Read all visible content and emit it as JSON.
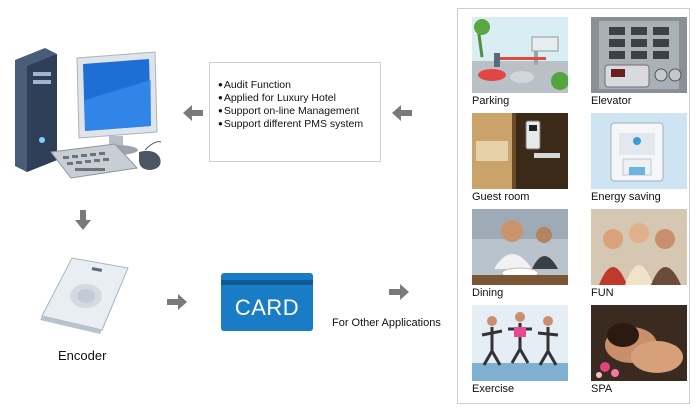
{
  "features": {
    "items": [
      "Audit Function",
      "Applied for Luxury Hotel",
      "Support on-line Management",
      "Support different PMS system"
    ]
  },
  "encoder": {
    "label": "Encoder"
  },
  "card": {
    "text": "CARD"
  },
  "other_apps": {
    "label": "For Other Applications"
  },
  "applications": {
    "tiles": [
      {
        "label": "Parking"
      },
      {
        "label": "Elevator"
      },
      {
        "label": "Guest room"
      },
      {
        "label": "Energy saving"
      },
      {
        "label": "Dining"
      },
      {
        "label": "FUN"
      },
      {
        "label": "Exercise"
      },
      {
        "label": "SPA"
      }
    ]
  },
  "colors": {
    "card_blue": "#1a7cc4",
    "arrow_gray": "#7a7a7a"
  },
  "icons": [
    "computer-icon",
    "encoder-icon",
    "arrow-left-icon",
    "arrow-down-icon",
    "arrow-right-icon"
  ]
}
